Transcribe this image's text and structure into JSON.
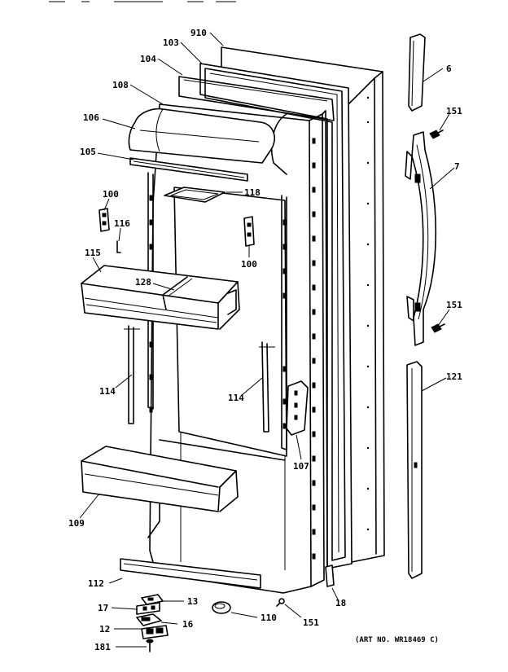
{
  "diagram": {
    "art_number": "(ART NO. WR18469 C)",
    "callouts": [
      {
        "id": "c910",
        "label": "910"
      },
      {
        "id": "c103",
        "label": "103"
      },
      {
        "id": "c104",
        "label": "104"
      },
      {
        "id": "c108",
        "label": "108"
      },
      {
        "id": "c106",
        "label": "106"
      },
      {
        "id": "c105",
        "label": "105"
      },
      {
        "id": "c118",
        "label": "118"
      },
      {
        "id": "c100a",
        "label": "100"
      },
      {
        "id": "c116",
        "label": "116"
      },
      {
        "id": "c100b",
        "label": "100"
      },
      {
        "id": "c115",
        "label": "115"
      },
      {
        "id": "c128",
        "label": "128"
      },
      {
        "id": "c114a",
        "label": "114"
      },
      {
        "id": "c114b",
        "label": "114"
      },
      {
        "id": "c107",
        "label": "107"
      },
      {
        "id": "c109",
        "label": "109"
      },
      {
        "id": "c112",
        "label": "112"
      },
      {
        "id": "c17",
        "label": "17"
      },
      {
        "id": "c13",
        "label": "13"
      },
      {
        "id": "c12",
        "label": "12"
      },
      {
        "id": "c16",
        "label": "16"
      },
      {
        "id": "c181",
        "label": "181"
      },
      {
        "id": "c110",
        "label": "110"
      },
      {
        "id": "c151c",
        "label": "151"
      },
      {
        "id": "c18",
        "label": "18"
      },
      {
        "id": "c6",
        "label": "6"
      },
      {
        "id": "c151a",
        "label": "151"
      },
      {
        "id": "c7",
        "label": "7"
      },
      {
        "id": "c151b",
        "label": "151"
      },
      {
        "id": "c121",
        "label": "121"
      }
    ]
  }
}
